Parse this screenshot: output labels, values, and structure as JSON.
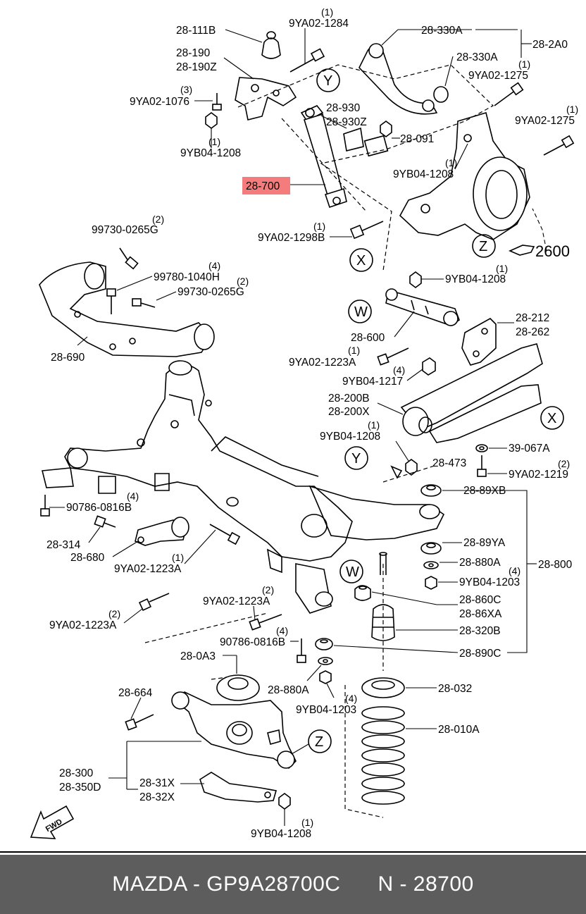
{
  "highlight": {
    "part": "28-700",
    "color": "#f47c7c"
  },
  "labels": {
    "l_28111b": "28-111B",
    "l_9ya021284": "9YA02-1284",
    "q_9ya021284": "(1)",
    "l_28190": "28-190",
    "l_28190z": "28-190Z",
    "l_9ya021076": "9YA02-1076",
    "q_9ya021076": "(3)",
    "l_9yb041208a": "9YB04-1208",
    "q_9yb041208a": "(1)",
    "l_28930": "28-930",
    "l_28930z": "28-930Z",
    "l_28091": "28-091",
    "l_28700": "28-700",
    "l_9ya021298b": "9YA02-1298B",
    "q_9ya021298b": "(1)",
    "l_28330a_top": "28-330A",
    "l_282a0": "28-2A0",
    "l_28330a_mid": "28-330A",
    "l_9ya021275a": "9YA02-1275",
    "q_9ya021275a": "(1)",
    "l_9ya021275b": "9YA02-1275",
    "q_9ya021275b": "(1)",
    "l_9yb041208b": "9YB04-1208",
    "q_9yb041208b": "(1)",
    "l_2600": "2600",
    "l_99730_a": "99730-0265G",
    "q_99730_a": "(2)",
    "l_99780": "99780-1040H",
    "q_99780": "(4)",
    "l_99730_b": "99730-0265G",
    "q_99730_b": "(2)",
    "l_28690": "28-690",
    "l_9yb041208c": "9YB04-1208",
    "q_9yb041208c": "(1)",
    "l_28600": "28-600",
    "l_28212": "28-212",
    "l_28262": "28-262",
    "l_9ya021223a_a": "9YA02-1223A",
    "q_9ya021223a_a": "(1)",
    "l_9yb041217": "9YB04-1217",
    "q_9yb041217": "(4)",
    "l_28200b": "28-200B",
    "l_28200x": "28-200X",
    "l_9yb041208d": "9YB04-1208",
    "q_9yb041208d": "(1)",
    "l_39067a": "39-067A",
    "l_28473": "28-473",
    "l_9ya021219": "9YA02-1219",
    "q_9ya021219": "(2)",
    "l_90786_a": "90786-0816B",
    "q_90786_a": "(4)",
    "l_2889xb": "28-89XB",
    "l_28314": "28-314",
    "l_28680": "28-680",
    "l_9ya021223a_b": "9YA02-1223A",
    "q_9ya021223a_b": "(1)",
    "l_2889ya": "28-89YA",
    "l_28880a_r": "28-880A",
    "l_9yb041203_r": "9YB04-1203",
    "q_9yb041203_r": "(4)",
    "l_28800": "28-800",
    "l_9ya021223a_c": "9YA02-1223A",
    "q_9ya021223a_c": "(2)",
    "l_9ya021223a_d": "9YA02-1223A",
    "q_9ya021223a_d": "(2)",
    "l_28860c": "28-860C",
    "l_2886xa": "28-86XA",
    "l_90786_b": "90786-0816B",
    "q_90786_b": "(4)",
    "l_28320b": "28-320B",
    "l_28890c": "28-890C",
    "l_280a3": "28-0A3",
    "l_28880a_l": "28-880A",
    "l_28032": "28-032",
    "l_28664": "28-664",
    "l_9yb041203_l": "9YB04-1203",
    "q_9yb041203_l": "(4)",
    "l_28010a": "28-010A",
    "l_28300": "28-300",
    "l_28350d": "28-350D",
    "l_2831x": "28-31X",
    "l_2832x": "28-32X",
    "l_9yb041208e": "9YB04-1208",
    "q_9yb041208e": "(1)",
    "fwd": "FWD"
  },
  "callouts": {
    "x": "X",
    "y": "Y",
    "z": "Z",
    "w": "W"
  },
  "footer": {
    "brand": "MAZDA - GP9A28700C",
    "number": "N - 28700"
  }
}
